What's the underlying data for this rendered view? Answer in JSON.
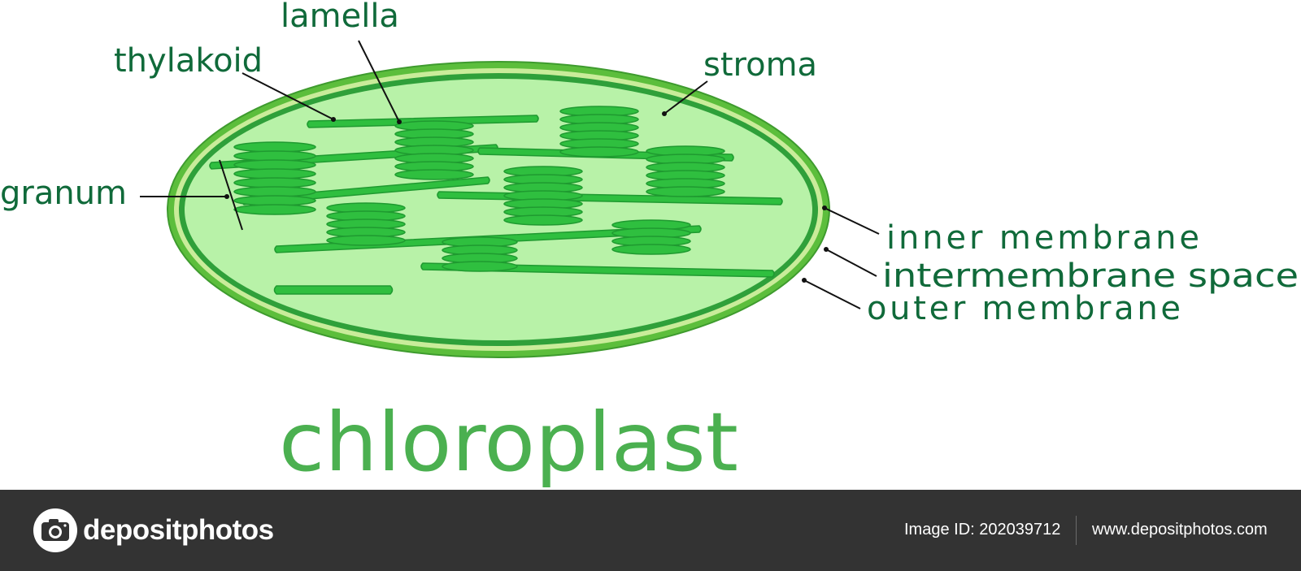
{
  "labels": {
    "lamella": "lamella",
    "thylakoid": "thylakoid",
    "stroma": "stroma",
    "granum": "granum",
    "inner_membrane": "inner membrane",
    "intermembrane_space": "intermembrane space",
    "outer_membrane": "outer membrane"
  },
  "title": "chloroplast",
  "footer": {
    "brand": "depositphotos",
    "image_id": "Image ID: 202039712",
    "site": "www.depositphotos.com"
  },
  "icons": {
    "brand_logo": "camera-icon"
  },
  "colors": {
    "outer_membrane": "#5cbe3c",
    "intermembrane_space": "#c9ec9a",
    "inner_membrane": "#2fa03a",
    "stroma": "#b8f2a8",
    "thylakoid": "#2fbf3f",
    "label_text": "#106a3a",
    "title_text": "#4bb050",
    "footer_bg": "#333333"
  }
}
